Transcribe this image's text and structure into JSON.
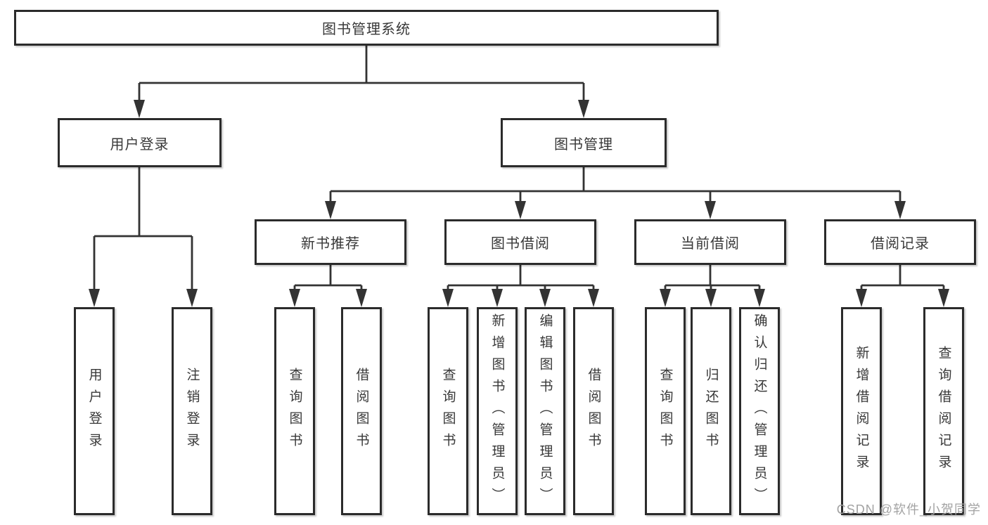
{
  "tree": {
    "root": {
      "label": "图书管理系统",
      "children": [
        {
          "label": "用户登录",
          "children": [
            {
              "label": "用户登录"
            },
            {
              "label": "注销登录"
            }
          ]
        },
        {
          "label": "图书管理",
          "children": [
            {
              "label": "新书推荐",
              "children": [
                {
                  "label": "查询图书"
                },
                {
                  "label": "借阅图书"
                }
              ]
            },
            {
              "label": "图书借阅",
              "children": [
                {
                  "label": "查询图书"
                },
                {
                  "label": "新增图书（管理员）"
                },
                {
                  "label": "编辑图书（管理员）"
                },
                {
                  "label": "借阅图书"
                }
              ]
            },
            {
              "label": "当前借阅",
              "children": [
                {
                  "label": "查询图书"
                },
                {
                  "label": "归还图书"
                },
                {
                  "label": "确认归还（管理员）"
                }
              ]
            },
            {
              "label": "借阅记录",
              "children": [
                {
                  "label": "新增借阅记录"
                },
                {
                  "label": "查询借阅记录"
                }
              ]
            }
          ]
        }
      ]
    }
  },
  "watermark": {
    "text": "CSDN @软件_小贺同学"
  },
  "colors": {
    "line": "#333333",
    "box_border": "#2b2b2b",
    "box_fill": "#ffffff",
    "text": "#383838",
    "watermark": "#a3a3a3"
  }
}
